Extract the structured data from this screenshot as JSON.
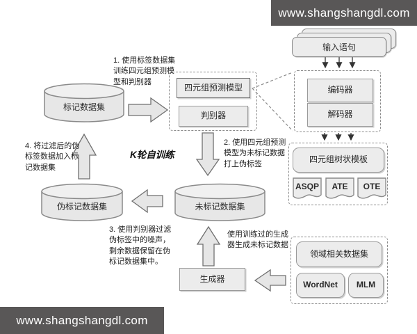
{
  "watermarks": {
    "top": "www.shangshangdl.com",
    "bottom": "www.shangshangdl.com"
  },
  "colors": {
    "banner_bg": "#595757",
    "box_fill": "#ececec",
    "box_border": "#8a8a8a",
    "arrow_fill": "#e6e6e6",
    "arrow_border": "#707070"
  },
  "nodes": {
    "input_sentence": "输入语句",
    "encoder": "编码器",
    "decoder": "解码器",
    "quad_model": "四元组预测模型",
    "discriminator": "判别器",
    "labeled_dataset": "标记数据集",
    "pseudo_labeled_dataset": "伪标记数据集",
    "unlabeled_dataset": "未标记数据集",
    "quad_tree_template": "四元组树状模板",
    "asqp": "ASQP",
    "ate": "ATE",
    "ote": "OTE",
    "generator": "生成器",
    "domain_dataset": "领域相关数据集",
    "wordnet": "WordNet",
    "mlm": "MLM"
  },
  "annotations": {
    "step1": "1. 使用标签数据集\n训练四元组预测模\n型和判别器",
    "step2": "2. 使用四元组预测\n模型为未标记数据\n打上伪标签",
    "step3": "3. 使用判别器过滤\n伪标签中的噪声，\n剩余数据保留在伪\n标记数据集中。",
    "step4": "4. 将过滤后的伪\n标签数据加入标\n记数据集",
    "generator_note": "使用训练过的生成\n器生成未标记数据",
    "k_rounds": "K轮自训练"
  }
}
